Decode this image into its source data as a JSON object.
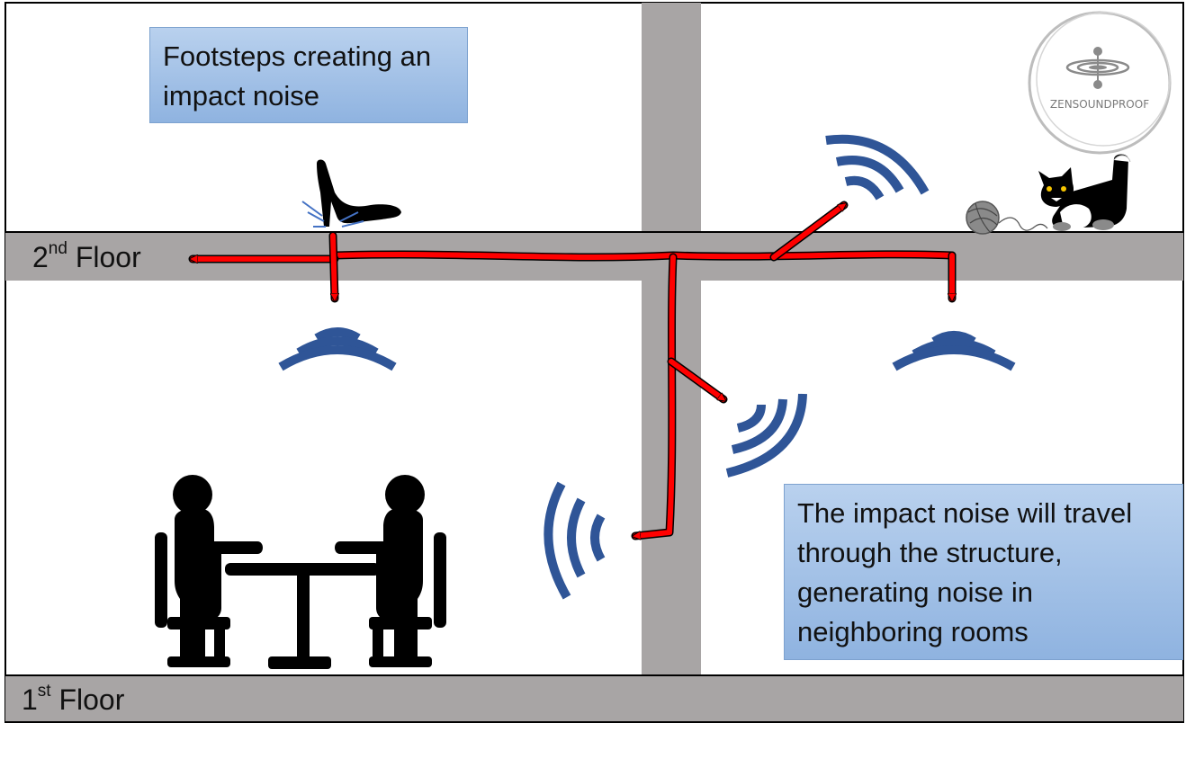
{
  "callouts": {
    "top": "Footsteps creating an impact noise",
    "bottom": "The impact noise will travel through the structure, generating noise in neighboring rooms"
  },
  "floors": {
    "second": {
      "number": "2",
      "suffix": "nd",
      "word": "Floor"
    },
    "first": {
      "number": "1",
      "suffix": "st",
      "word": "Floor"
    }
  },
  "logo": {
    "text": "ZENSOUNDPROOF"
  },
  "colors": {
    "structure": "#a8a5a5",
    "arrow": "#ff0000",
    "wave": "#2f5597",
    "callout": "#9dbce5",
    "silhouette": "#000000"
  },
  "icons": [
    "high-heel-icon",
    "cat-icon",
    "yarn-ball-icon",
    "people-at-table-icon",
    "sound-wave-icon",
    "logo-icon"
  ]
}
